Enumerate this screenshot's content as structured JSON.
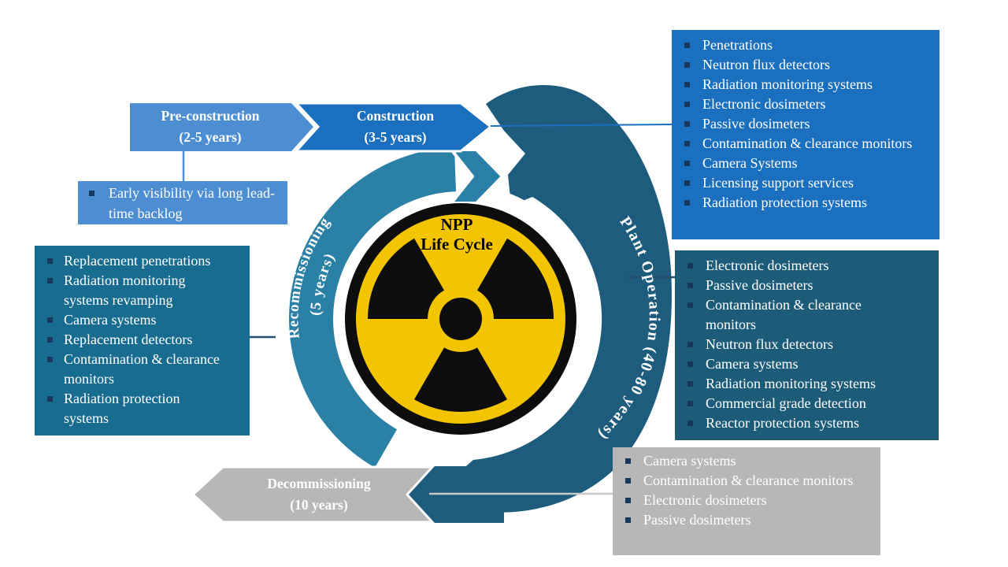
{
  "title": {
    "line1": "NPP",
    "line2": "Life Cycle"
  },
  "phases": {
    "pre_construction": {
      "label": "Pre-construction",
      "duration": "(2-5 years)"
    },
    "construction": {
      "label": "Construction",
      "duration": "(3-5 years)"
    },
    "plant_operation": {
      "label": "Plant Operation (40-80 years)"
    },
    "recommissioning": {
      "label": "Recommissioning",
      "duration": "(5 years)"
    },
    "decommissioning": {
      "label": "Decommissioning",
      "duration": "(10 years)"
    }
  },
  "boxes": {
    "pre_construction_note": {
      "items": [
        "Early visibility via long lead-time backlog"
      ]
    },
    "construction_products": {
      "items": [
        "Penetrations",
        "Neutron flux detectors",
        "Radiation monitoring systems",
        "Electronic dosimeters",
        "Passive dosimeters",
        "Contamination & clearance monitors",
        "Camera Systems",
        "Licensing support services",
        "Radiation protection systems"
      ]
    },
    "operation_products": {
      "items": [
        "Electronic dosimeters",
        "Passive dosimeters",
        "Contamination & clearance monitors",
        "Neutron flux detectors",
        "Camera systems",
        "Radiation monitoring systems",
        "Commercial grade detection",
        "Reactor protection systems"
      ]
    },
    "decommissioning_products": {
      "items": [
        "Camera systems",
        "Contamination & clearance monitors",
        "Electronic dosimeters",
        "Passive dosimeters"
      ]
    },
    "recommissioning_products": {
      "items": [
        "Replacement penetrations",
        "Radiation monitoring systems revamping",
        "Camera systems",
        "Replacement detectors",
        "Contamination & clearance monitors",
        "Radiation protection systems"
      ]
    }
  },
  "colors": {
    "light_blue": "#4d8ed3",
    "blue": "#1b6fbf",
    "dark_teal_circle": "#1e5c7d",
    "teal_arc": "#2b80a5",
    "left_box_teal": "#186c90",
    "right_box_teal": "#1d5c79",
    "gray": "#b7b7b7",
    "bullet_navy": "#17375d",
    "radiation_yellow": "#f2c500",
    "radiation_black": "#0d0d0d"
  }
}
